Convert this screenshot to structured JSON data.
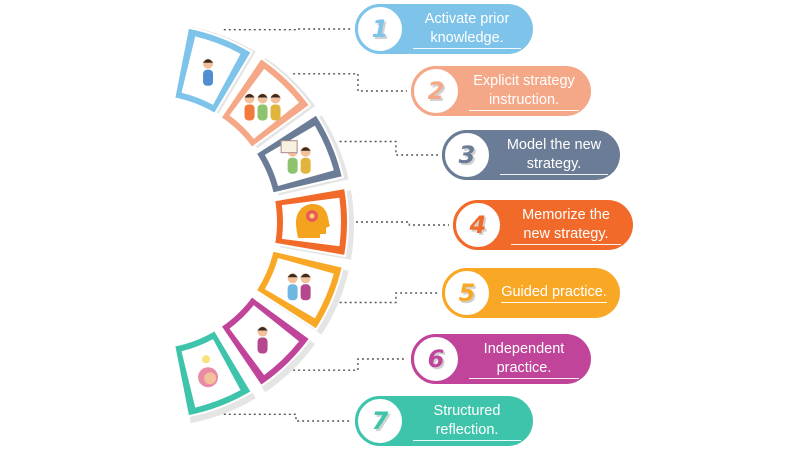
{
  "steps": [
    {
      "number": "1",
      "label": "Activate prior knowledge.",
      "color": "#7EC3EA",
      "icon": "teacher-thinking-icon"
    },
    {
      "number": "2",
      "label": "Explicit strategy instruction.",
      "color": "#F4A887",
      "icon": "classroom-teaching-icon"
    },
    {
      "number": "3",
      "label": "Model the new strategy.",
      "color": "#6B7C96",
      "icon": "whiteboard-presentation-icon"
    },
    {
      "number": "4",
      "label": "Memorize the new strategy.",
      "color": "#F26A2A",
      "icon": "brain-head-icon"
    },
    {
      "number": "5",
      "label": "Guided practice.",
      "color": "#F9A826",
      "icon": "guided-pair-icon"
    },
    {
      "number": "6",
      "label": "Independent practice.",
      "color": "#C0449A",
      "icon": "student-reading-icon"
    },
    {
      "number": "7",
      "label": "Structured reflection.",
      "color": "#3FC4AC",
      "icon": "reflection-head-icon"
    }
  ]
}
